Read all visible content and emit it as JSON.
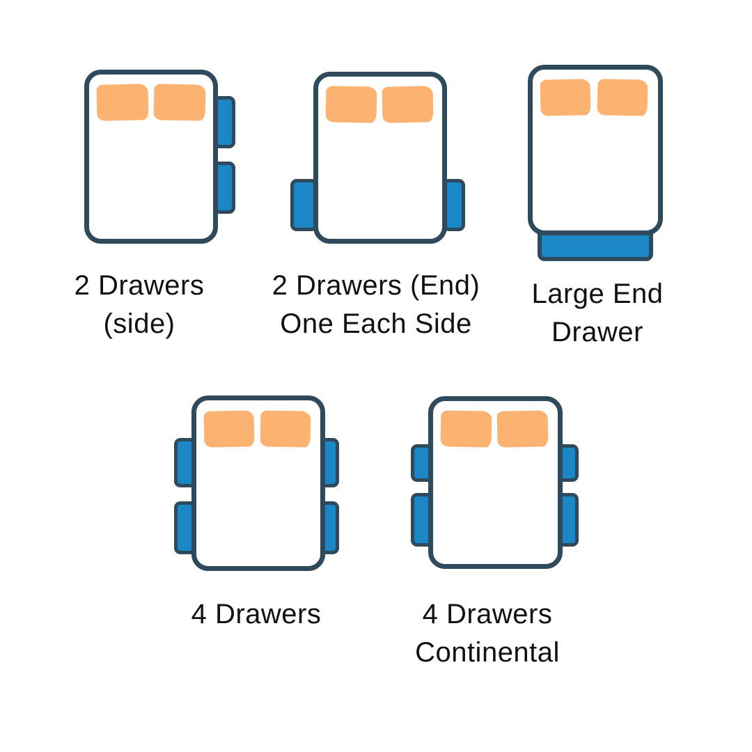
{
  "colors": {
    "outline": "#2e4a5c",
    "drawer": "#1c87c6",
    "pillow": "#fcb372",
    "label": "#111111",
    "bed": "#ffffff",
    "bg": "#ffffff"
  },
  "figures": [
    {
      "name": "2-drawers-side",
      "label_lines": [
        "2 Drawers",
        "(side)"
      ],
      "pillow_count": 2,
      "drawer_positions": [
        "right-upper",
        "right-lower"
      ]
    },
    {
      "name": "2-drawers-end-one-each-side",
      "label_lines": [
        "2 Drawers (End)",
        "One Each Side"
      ],
      "pillow_count": 2,
      "drawer_positions": [
        "left-end",
        "right-end"
      ]
    },
    {
      "name": "large-end-drawer",
      "label_lines": [
        "Large End",
        "Drawer"
      ],
      "pillow_count": 2,
      "drawer_positions": [
        "end-large"
      ]
    },
    {
      "name": "4-drawers",
      "label_lines": [
        "4 Drawers"
      ],
      "pillow_count": 2,
      "drawer_positions": [
        "left-upper",
        "left-lower",
        "right-upper",
        "right-lower"
      ]
    },
    {
      "name": "4-drawers-continental",
      "label_lines": [
        "4 Drawers",
        "Continental"
      ],
      "pillow_count": 2,
      "drawer_positions": [
        "left-upper-short",
        "left-lower",
        "right-upper-short",
        "right-lower"
      ]
    }
  ]
}
